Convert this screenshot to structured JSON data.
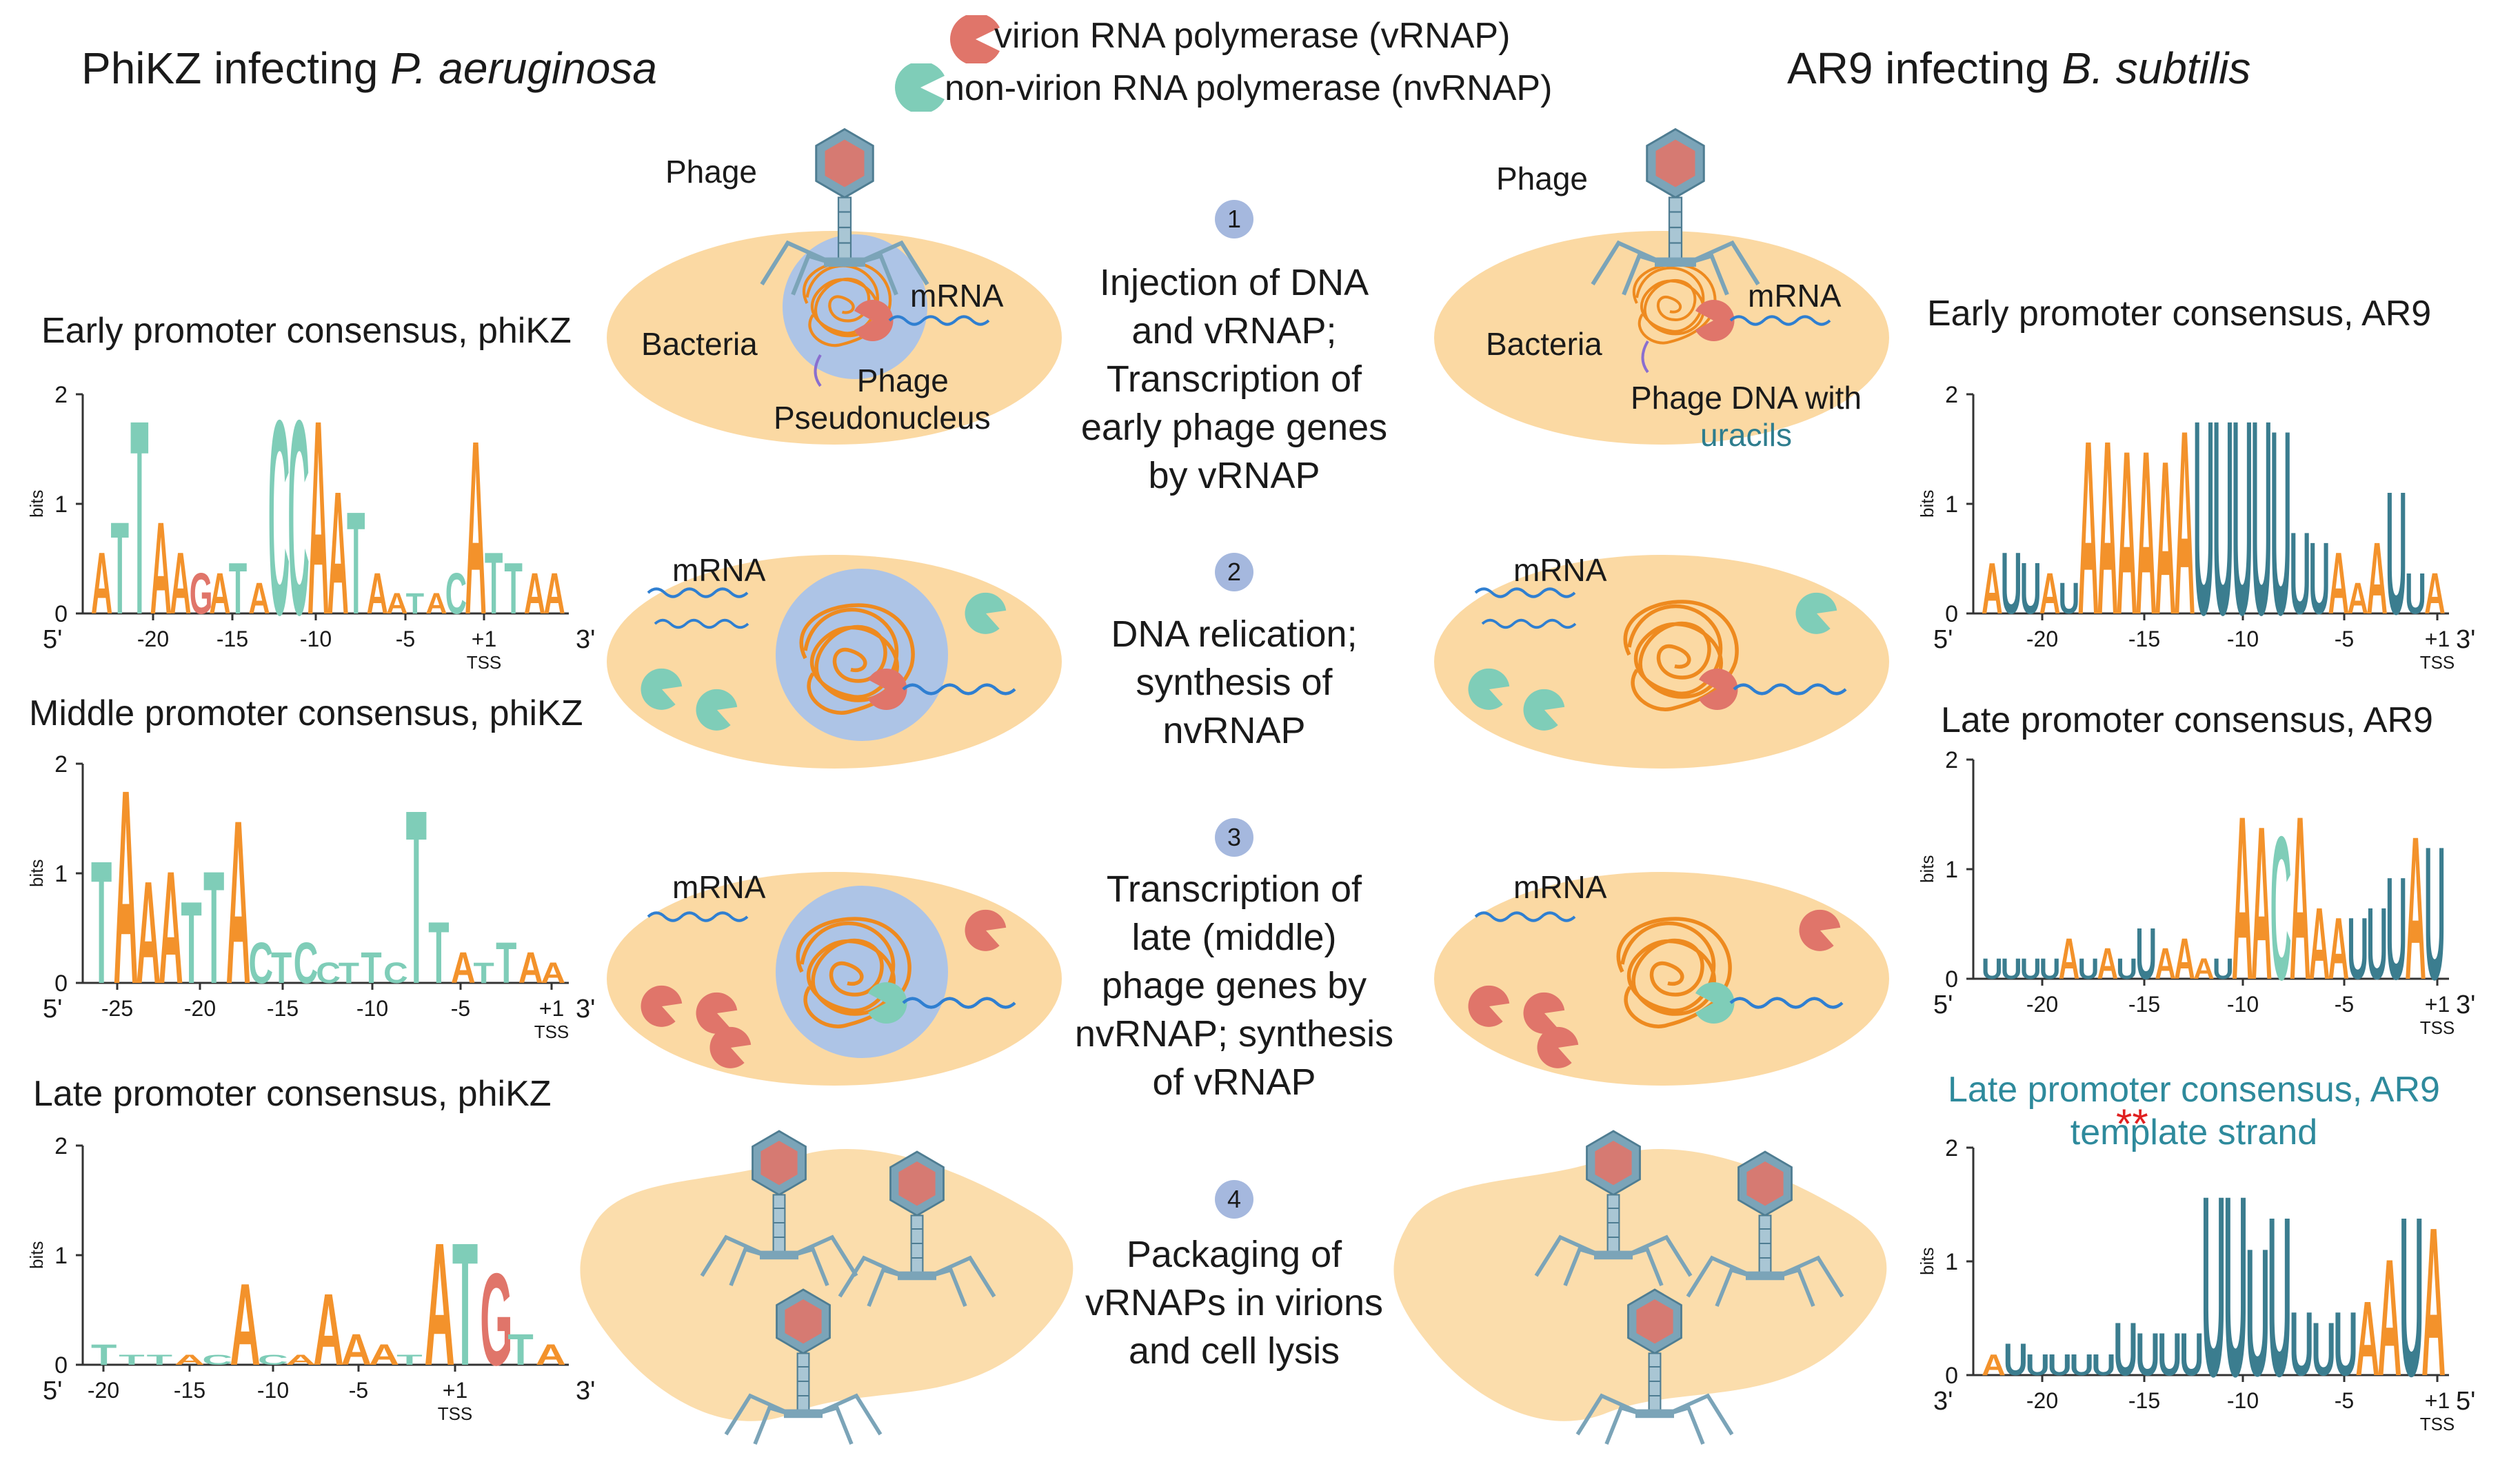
{
  "header": {
    "left_title_prefix": "PhiKZ infecting ",
    "left_title_species": "P. aeruginosa",
    "right_title_prefix": "AR9 infecting ",
    "right_title_species": "B. subtilis"
  },
  "legend": {
    "vrnap": "virion RNA polymerase (vRNAP)",
    "nvrnap": "non-virion RNA polymerase (nvRNAP)",
    "colors": {
      "vrnap": "#e0756a",
      "nvrnap": "#7fcdb8"
    }
  },
  "labels": {
    "phage": "Phage",
    "bacteria": "Bacteria",
    "mrna": "mRNA",
    "pseudonucleus_1": "Phage",
    "pseudonucleus_2": "Pseudonucleus",
    "dna_uracils_1": "Phage DNA with",
    "dna_uracils_2": "uracils"
  },
  "steps": [
    {
      "number": "1",
      "lines": [
        "Injection of DNA",
        "and vRNAP;",
        "Transcription of",
        "early phage genes",
        "by vRNAP"
      ]
    },
    {
      "number": "2",
      "lines": [
        "DNA relication;",
        "synthesis of",
        "nvRNAP"
      ]
    },
    {
      "number": "3",
      "lines": [
        "Transcription of",
        "late (middle)",
        "phage genes by",
        "nvRNAP; synthesis",
        "of vRNAP"
      ]
    },
    {
      "number": "4",
      "lines": [
        "Packaging of",
        "vRNAPs in virions",
        "and cell lysis"
      ]
    }
  ],
  "logos": [
    {
      "title": "Early promoter consensus, phiKZ",
      "yticks": [
        "2",
        "1",
        "0"
      ],
      "ylabel": "bits",
      "end_left": "5'",
      "end_right": "3'",
      "xticks": [
        "-20",
        "-15",
        "-10",
        "-5",
        "+1"
      ],
      "tss": "TSS"
    },
    {
      "title": "Middle promoter consensus, phiKZ",
      "yticks": [
        "2",
        "1",
        "0"
      ],
      "ylabel": "bits",
      "end_left": "5'",
      "end_right": "3'",
      "xticks": [
        "-25",
        "-20",
        "-15",
        "-10",
        "-5",
        "+1"
      ],
      "tss": "TSS"
    },
    {
      "title": "Late promoter consensus, phiKZ",
      "yticks": [
        "2",
        "1",
        "0"
      ],
      "ylabel": "bits",
      "end_left": "5'",
      "end_right": "3'",
      "xticks": [
        "-20",
        "-15",
        "-10",
        "-5",
        "+1"
      ],
      "tss": "TSS"
    },
    {
      "title": "Early promoter consensus, AR9",
      "yticks": [
        "2",
        "1",
        "0"
      ],
      "ylabel": "bits",
      "end_left": "5'",
      "end_right": "3'",
      "xticks": [
        "-20",
        "-15",
        "-10",
        "-5",
        "+1"
      ],
      "tss": "TSS"
    },
    {
      "title": "Late promoter consensus, AR9",
      "yticks": [
        "2",
        "1",
        "0"
      ],
      "ylabel": "bits",
      "end_left": "5'",
      "end_right": "3'",
      "xticks": [
        "-20",
        "-15",
        "-10",
        "-5",
        "+1"
      ],
      "tss": "TSS"
    },
    {
      "title_line1": "Late promoter consensus, AR9",
      "title_line2": "template strand",
      "yticks": [
        "2",
        "1",
        "0"
      ],
      "ylabel": "bits",
      "end_left": "3'",
      "end_right": "5'",
      "xticks": [
        "-20",
        "-15",
        "-10",
        "-5",
        "+1"
      ],
      "tss": "TSS",
      "marker": "**"
    }
  ],
  "colors": {
    "base_A": "#f3922b",
    "base_T": "#7fcdb8",
    "base_U": "#3b7d8f",
    "base_G": "#e0756a",
    "base_C": "#7fcdb8",
    "cell": "#fbd9a3",
    "nucleus": "#adc4e6",
    "dna": "#ee8a1f",
    "mrna": "#2f7fd1",
    "step_badge": "#a5b8de",
    "phage": "#7ba4b8",
    "marker": "#e02020",
    "teal_text": "#2e8a9c"
  },
  "legend_icons": [
    "vrnap-pacman-icon",
    "nvrnap-pacman-icon"
  ]
}
